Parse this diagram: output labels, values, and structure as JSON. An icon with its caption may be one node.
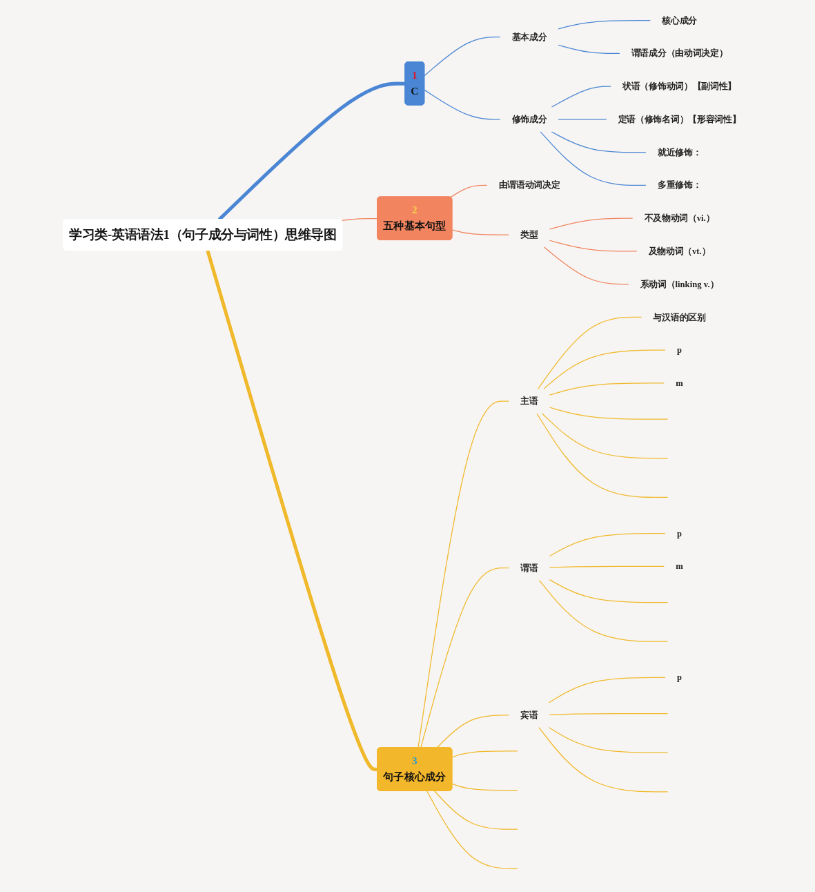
{
  "diagram": {
    "nodes": [
      {
        "text": [
          "学习类-英语语法1（句子成分与词性）思维导图"
        ]
      },
      {
        "text": [
          "1",
          "C"
        ]
      },
      {
        "text": [
          "基本成分"
        ]
      },
      {
        "text": [
          "核心成分"
        ]
      },
      {
        "text": [
          "谓语成分（由动词决定）"
        ]
      },
      {
        "text": [
          "修饰成分"
        ]
      },
      {
        "text": [
          "状语（修饰动词）【副词性】"
        ]
      },
      {
        "text": [
          "定语（修饰名词）【形容词性】"
        ]
      },
      {
        "text": [
          "就近修饰："
        ]
      },
      {
        "text": [
          "多重修饰："
        ]
      },
      {
        "text": [
          "2",
          "五种基本句型"
        ]
      },
      {
        "text": [
          "由谓语动词决定"
        ]
      },
      {
        "text": [
          "类型"
        ]
      },
      {
        "text": [
          "不及物动词（vi.）"
        ]
      },
      {
        "text": [
          "及物动词（vt.）"
        ]
      },
      {
        "text": [
          "系动词（linking v.）"
        ]
      },
      {
        "text": [
          "3",
          "句子核心成分"
        ]
      },
      {
        "text": [
          "主语"
        ]
      },
      {
        "text": [
          "与汉语的区别"
        ]
      },
      {
        "text": [
          "p"
        ]
      },
      {
        "text": [
          "m"
        ]
      },
      {
        "text": [
          "谓语"
        ]
      },
      {
        "text": [
          "p"
        ]
      },
      {
        "text": [
          "m"
        ]
      },
      {
        "text": [
          "宾语"
        ]
      },
      {
        "text": [
          "p"
        ]
      }
    ],
    "edges": [
      {
        "from": 0,
        "to": 1,
        "arrow": "none",
        "style": "thick",
        "color": "#4a86d4"
      },
      {
        "from": 1,
        "to": 2,
        "arrow": "none",
        "color": "#4a86d4"
      },
      {
        "from": 2,
        "to": 3,
        "arrow": "none",
        "color": "#4a86d4"
      },
      {
        "from": 2,
        "to": 4,
        "arrow": "none",
        "color": "#4a86d4"
      },
      {
        "from": 1,
        "to": 5,
        "arrow": "none",
        "color": "#4a86d4"
      },
      {
        "from": 5,
        "to": 6,
        "arrow": "none",
        "color": "#4a86d4"
      },
      {
        "from": 5,
        "to": 7,
        "arrow": "none",
        "color": "#4a86d4"
      },
      {
        "from": 5,
        "to": 8,
        "arrow": "none",
        "color": "#4a86d4"
      },
      {
        "from": 5,
        "to": 9,
        "arrow": "none",
        "color": "#4a86d4"
      },
      {
        "from": 0,
        "to": 10,
        "arrow": "none",
        "color": "#f0845f"
      },
      {
        "from": 10,
        "to": 11,
        "arrow": "none",
        "color": "#f0845f"
      },
      {
        "from": 10,
        "to": 12,
        "arrow": "none",
        "color": "#f0845f"
      },
      {
        "from": 12,
        "to": 13,
        "arrow": "none",
        "color": "#f0845f"
      },
      {
        "from": 12,
        "to": 14,
        "arrow": "none",
        "color": "#f0845f"
      },
      {
        "from": 12,
        "to": 15,
        "arrow": "none",
        "color": "#f0845f"
      },
      {
        "from": 0,
        "to": 16,
        "arrow": "none",
        "style": "thick"
      },
      {
        "from": 16,
        "to": 17,
        "arrow": "none"
      },
      {
        "from": 17,
        "to": 18,
        "arrow": "none"
      },
      {
        "from": 17,
        "to": 19,
        "arrow": "none"
      },
      {
        "from": 17,
        "to": 20,
        "arrow": "none"
      },
      {
        "from": 17,
        "to": null,
        "arrow": "none"
      },
      {
        "from": 17,
        "to": null,
        "arrow": "none"
      },
      {
        "from": 17,
        "to": null,
        "arrow": "none"
      },
      {
        "from": 16,
        "to": 21,
        "arrow": "none"
      },
      {
        "from": 21,
        "to": 22,
        "arrow": "none"
      },
      {
        "from": 21,
        "to": 23,
        "arrow": "none"
      },
      {
        "from": 21,
        "to": null,
        "arrow": "none"
      },
      {
        "from": 21,
        "to": null,
        "arrow": "none"
      },
      {
        "from": 16,
        "to": 24,
        "arrow": "none"
      },
      {
        "from": 24,
        "to": 25,
        "arrow": "none"
      },
      {
        "from": 24,
        "to": null,
        "arrow": "none"
      },
      {
        "from": 24,
        "to": null,
        "arrow": "none"
      },
      {
        "from": 24,
        "to": null,
        "arrow": "none"
      },
      {
        "from": 16,
        "to": null,
        "arrow": "none"
      },
      {
        "from": 16,
        "to": null,
        "arrow": "none"
      },
      {
        "from": 16,
        "to": null,
        "arrow": "none"
      },
      {
        "from": 16,
        "to": null,
        "arrow": "none"
      }
    ]
  }
}
